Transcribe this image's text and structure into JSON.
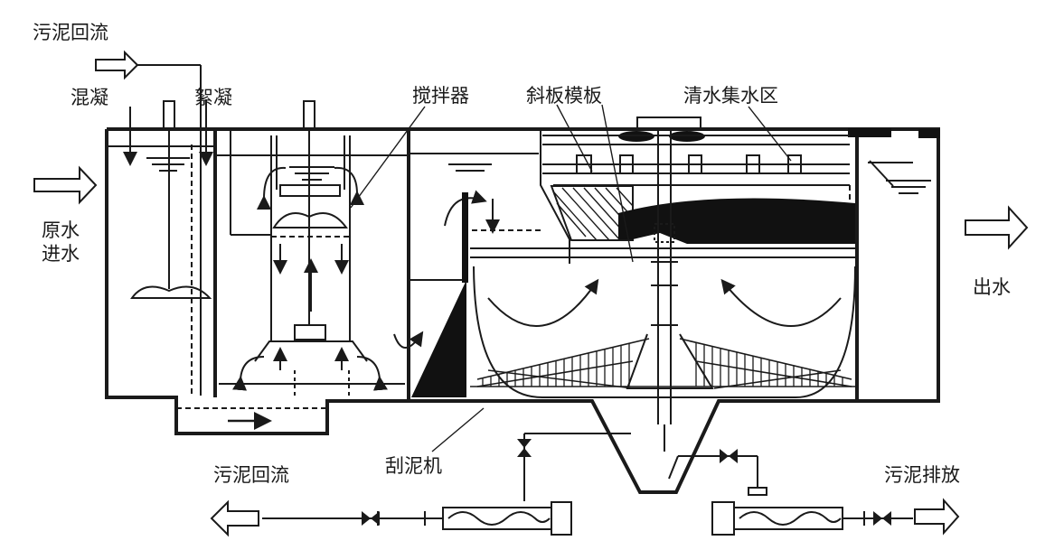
{
  "labels": {
    "sludge_return_top": "污泥回流",
    "coagulation": "混凝",
    "flocculation": "絮凝",
    "mixer": "搅拌器",
    "inclined_plate": "斜板模板",
    "clear_water_zone": "清水集水区",
    "raw_water_inlet": "原水进水",
    "outlet": "出水",
    "scraper": "刮泥机",
    "sludge_return_bottom": "污泥回流",
    "sludge_discharge": "污泥排放"
  },
  "colors": {
    "stroke": "#1a1a1a",
    "fill_dark": "#111111",
    "background": "#ffffff"
  }
}
